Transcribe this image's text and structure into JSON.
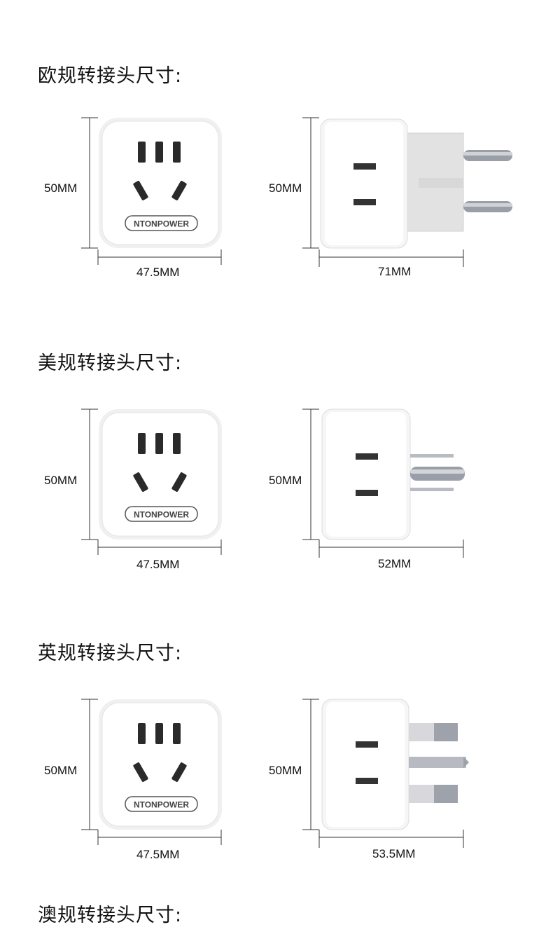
{
  "brand": "NTONPOWER",
  "sections": [
    {
      "title": "欧规转接头尺寸:",
      "front_height": "50MM",
      "front_width": "47.5MM",
      "side_height": "50MM",
      "side_width": "71MM",
      "plug_type": "eu-round-pins-icon"
    },
    {
      "title": "美规转接头尺寸:",
      "front_height": "50MM",
      "front_width": "47.5MM",
      "side_height": "50MM",
      "side_width": "52MM",
      "plug_type": "us-flat-pins-icon"
    },
    {
      "title": "英规转接头尺寸:",
      "front_height": "50MM",
      "front_width": "47.5MM",
      "side_height": "50MM",
      "side_width": "53.5MM",
      "plug_type": "uk-rect-pins-icon"
    }
  ],
  "next_section_title_partial": "澳规转接头尺寸:"
}
